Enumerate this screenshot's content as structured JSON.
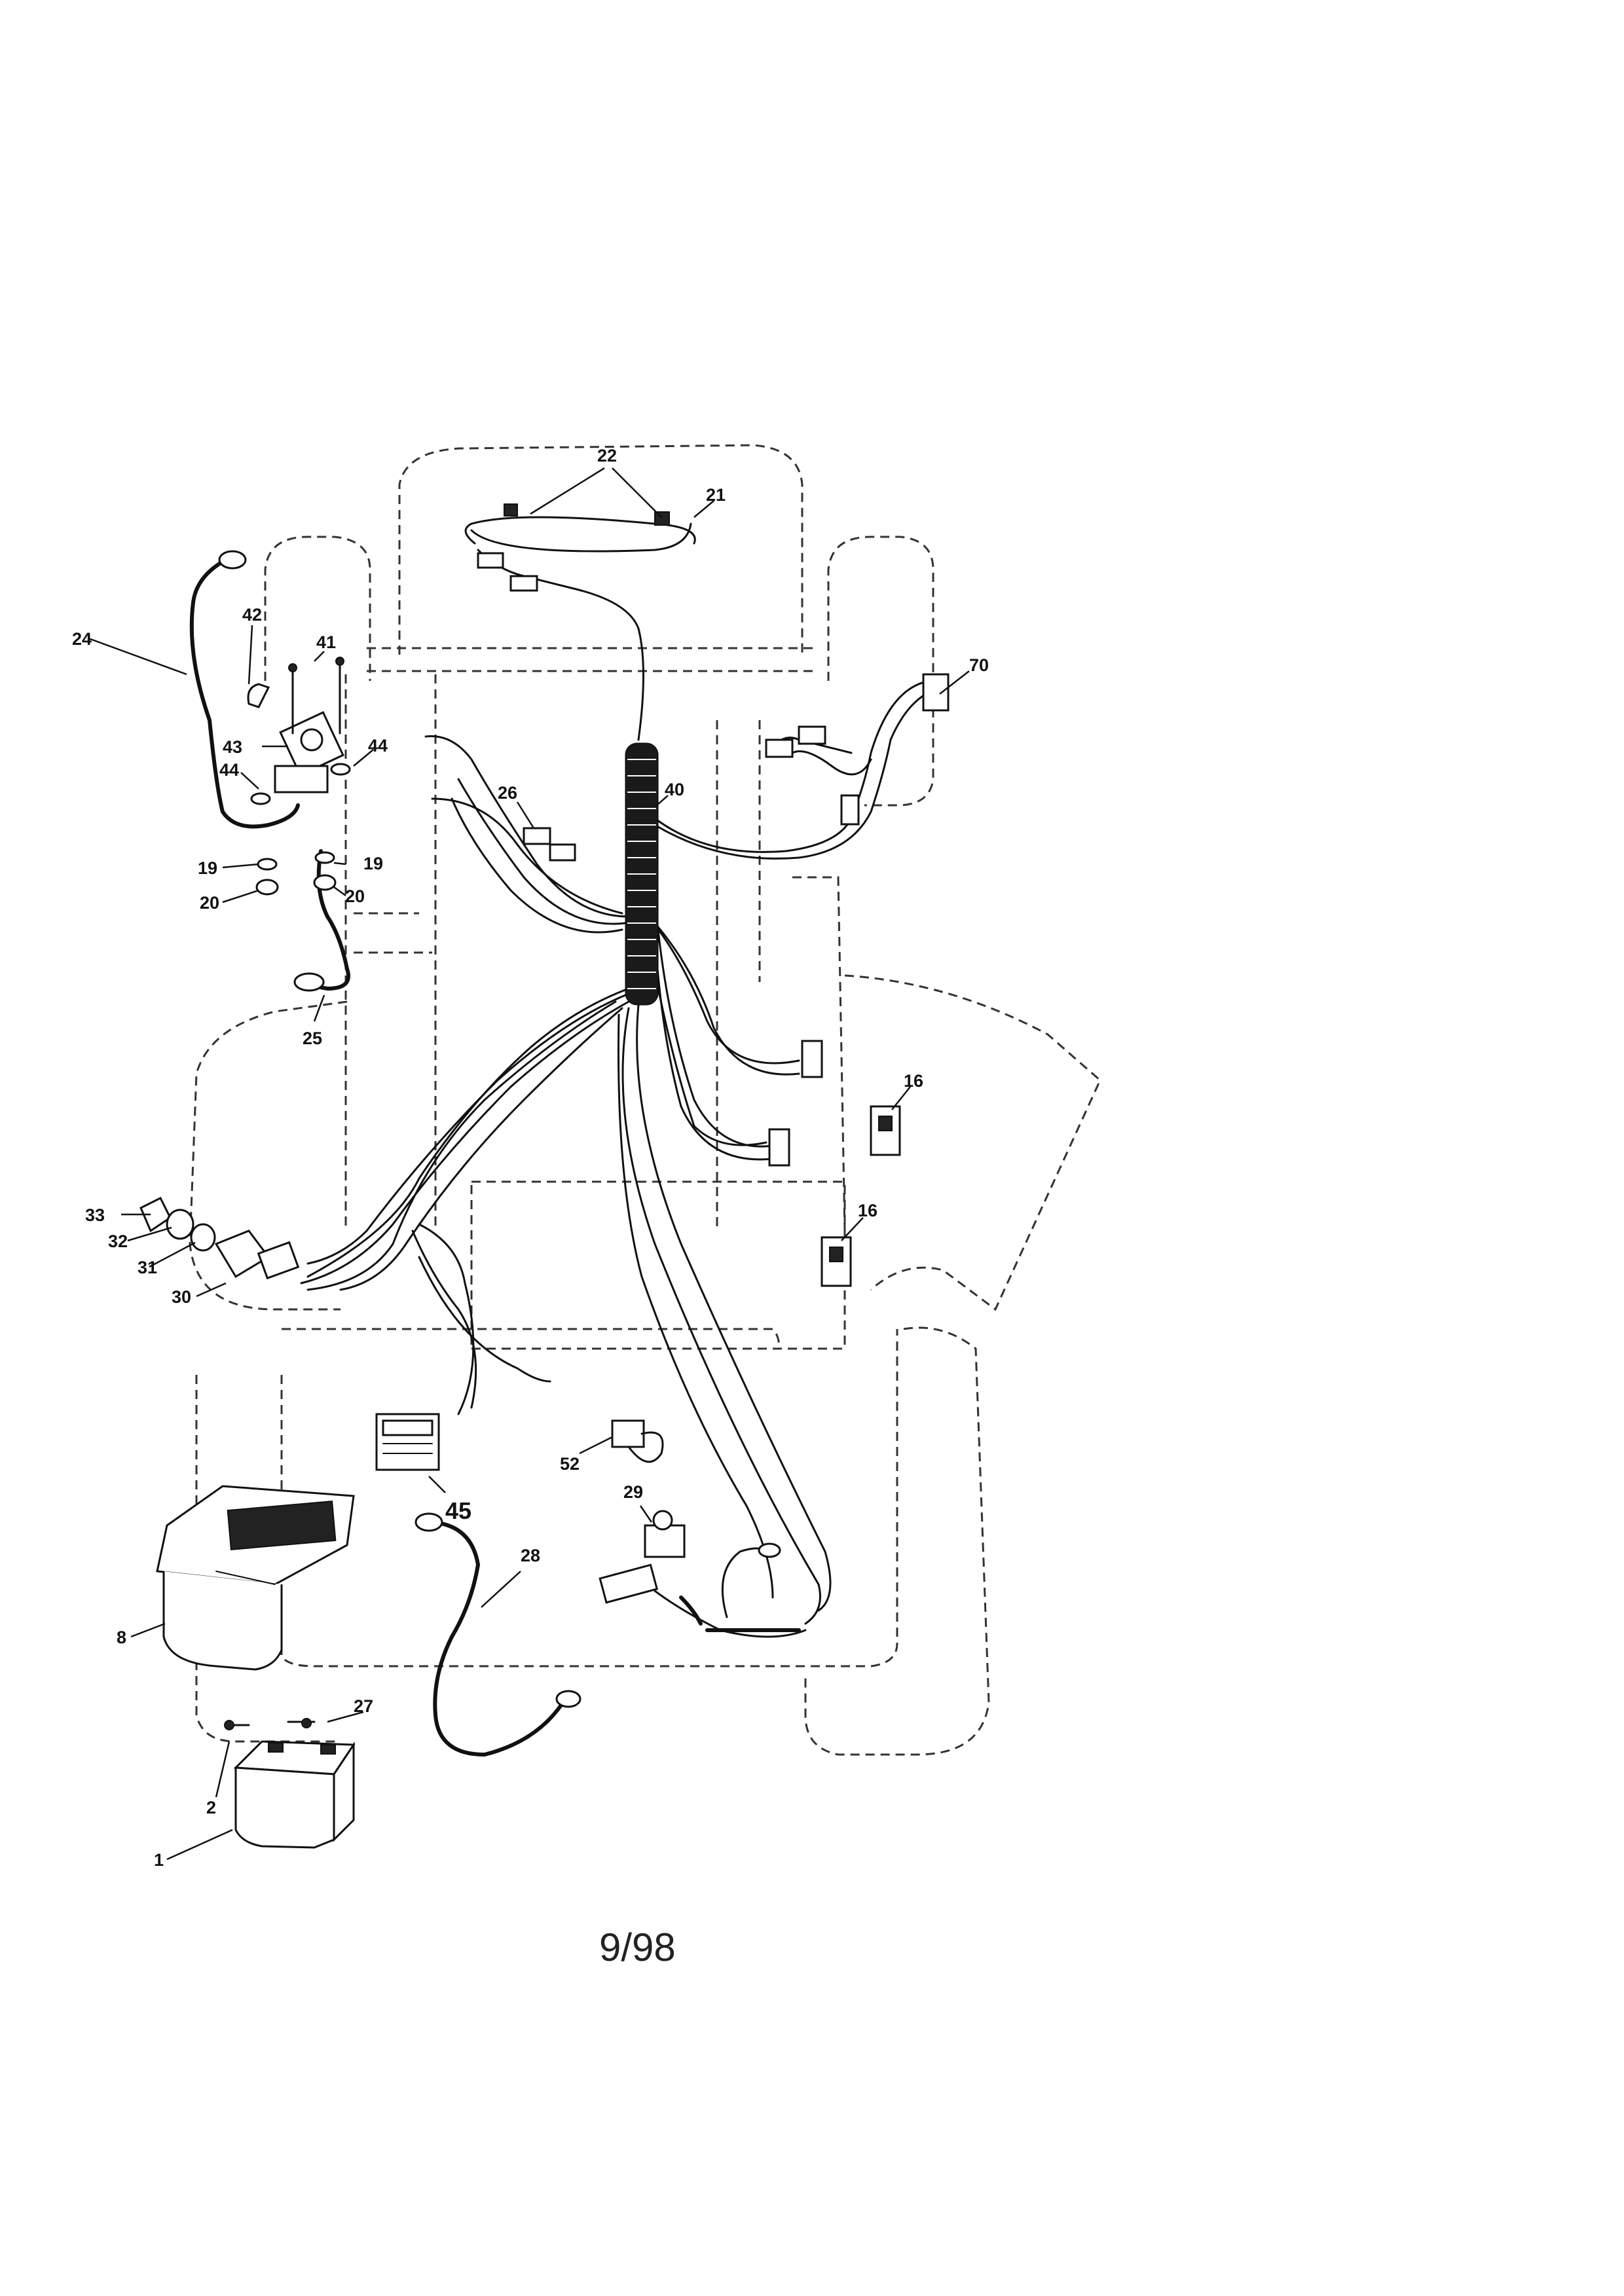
{
  "diagram": {
    "callouts": [
      {
        "id": "c22",
        "text": "22"
      },
      {
        "id": "c21",
        "text": "21"
      },
      {
        "id": "c24",
        "text": "24"
      },
      {
        "id": "c42",
        "text": "42"
      },
      {
        "id": "c41",
        "text": "41"
      },
      {
        "id": "c43",
        "text": "43"
      },
      {
        "id": "c44a",
        "text": "44"
      },
      {
        "id": "c44b",
        "text": "44"
      },
      {
        "id": "c19a",
        "text": "19"
      },
      {
        "id": "c19b",
        "text": "19"
      },
      {
        "id": "c20a",
        "text": "20"
      },
      {
        "id": "c20b",
        "text": "20"
      },
      {
        "id": "c25",
        "text": "25"
      },
      {
        "id": "c26",
        "text": "26"
      },
      {
        "id": "c40",
        "text": "40"
      },
      {
        "id": "c70",
        "text": "70"
      },
      {
        "id": "c16a",
        "text": "16"
      },
      {
        "id": "c16b",
        "text": "16"
      },
      {
        "id": "c33",
        "text": "33"
      },
      {
        "id": "c32",
        "text": "32"
      },
      {
        "id": "c31",
        "text": "31"
      },
      {
        "id": "c30",
        "text": "30"
      },
      {
        "id": "c45",
        "text": "45"
      },
      {
        "id": "c52",
        "text": "52"
      },
      {
        "id": "c29",
        "text": "29"
      },
      {
        "id": "c28",
        "text": "28"
      },
      {
        "id": "c8",
        "text": "8"
      },
      {
        "id": "c27",
        "text": "27"
      },
      {
        "id": "c2",
        "text": "2"
      },
      {
        "id": "c1",
        "text": "1"
      }
    ],
    "footer": "9/98"
  }
}
